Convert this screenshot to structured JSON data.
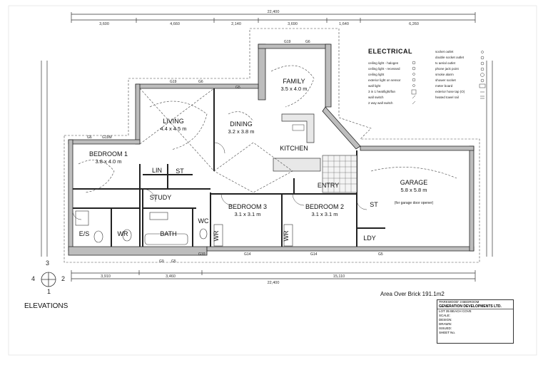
{
  "rooms": {
    "family": {
      "name": "FAMILY",
      "dim": "3.5 x 4.0 m"
    },
    "living": {
      "name": "LIVING",
      "dim": "4.4 x 4.5 m"
    },
    "dining": {
      "name": "DINING",
      "dim": "3.2 x 3.8 m"
    },
    "kitchen": {
      "name": "KITCHEN"
    },
    "bedroom1": {
      "name": "BEDROOM 1",
      "dim": "3.8 x 4.0 m"
    },
    "garage": {
      "name": "GARAGE",
      "dim": "5.8 x 5.8 m",
      "note": "(for garage door opener)"
    },
    "entry": {
      "name": "ENTRY"
    },
    "study": {
      "name": "STUDY"
    },
    "bedroom3": {
      "name": "BEDROOM 3",
      "dim": "3.1 x 3.1 m"
    },
    "bedroom2": {
      "name": "BEDROOM 2",
      "dim": "3.1 x 3.1 m"
    },
    "es": {
      "name": "E/S"
    },
    "wr1": {
      "name": "WR"
    },
    "bath": {
      "name": "BATH"
    },
    "wc": {
      "name": "WC"
    },
    "wr2": {
      "name": "WR"
    },
    "wr3": {
      "name": "WR"
    },
    "ldy": {
      "name": "LDY"
    },
    "st1": {
      "name": "ST"
    },
    "st2": {
      "name": "ST"
    },
    "lin": {
      "name": "LIN"
    }
  },
  "dimensions": {
    "top_total": "22,400",
    "top_segments": [
      "3,600",
      "4,660",
      "2,140",
      "3,690",
      "1,640",
      "6,260"
    ],
    "bottom_segments": [
      "3,910",
      "3,460",
      "15,110"
    ],
    "bottom_total": "22,400"
  },
  "windows": [
    "G19",
    "G6",
    "G19",
    "G6",
    "G6",
    "G19M",
    "G5",
    "G10",
    "G14",
    "G14",
    "G5",
    "G9",
    "G5"
  ],
  "electrical": {
    "title": "ELECTRICAL",
    "items": [
      "ceiling light - halogen",
      "ceiling light - recessed",
      "ceiling light",
      "exterior light on sensor",
      "wall light",
      "3 in 1 heat/light/fan",
      "wall switch",
      "2 way wall switch",
      "socket outlet",
      "double socket outlet",
      "tv aerial outlet",
      "phone jack point",
      "smoke alarm",
      "shower socket",
      "meter board",
      "exterior hose tap (O)",
      "heated towel rail"
    ]
  },
  "labels": {
    "elevations": "ELEVATIONS",
    "area": "Area Over Brick 191.1m2",
    "elev_numbers": [
      "3",
      "4",
      "2",
      "1"
    ]
  },
  "title_block": {
    "plan_name": "'PARKWOOD' 3 BEDROOM",
    "company": "GENERATION DEVELOPMENTS LTD.",
    "lot": "LOT 35    BEACH COVE",
    "rows": [
      "SCALE:",
      "DESIGN:",
      "DRAWN:",
      "ISSUED:",
      "SHEET No."
    ]
  }
}
